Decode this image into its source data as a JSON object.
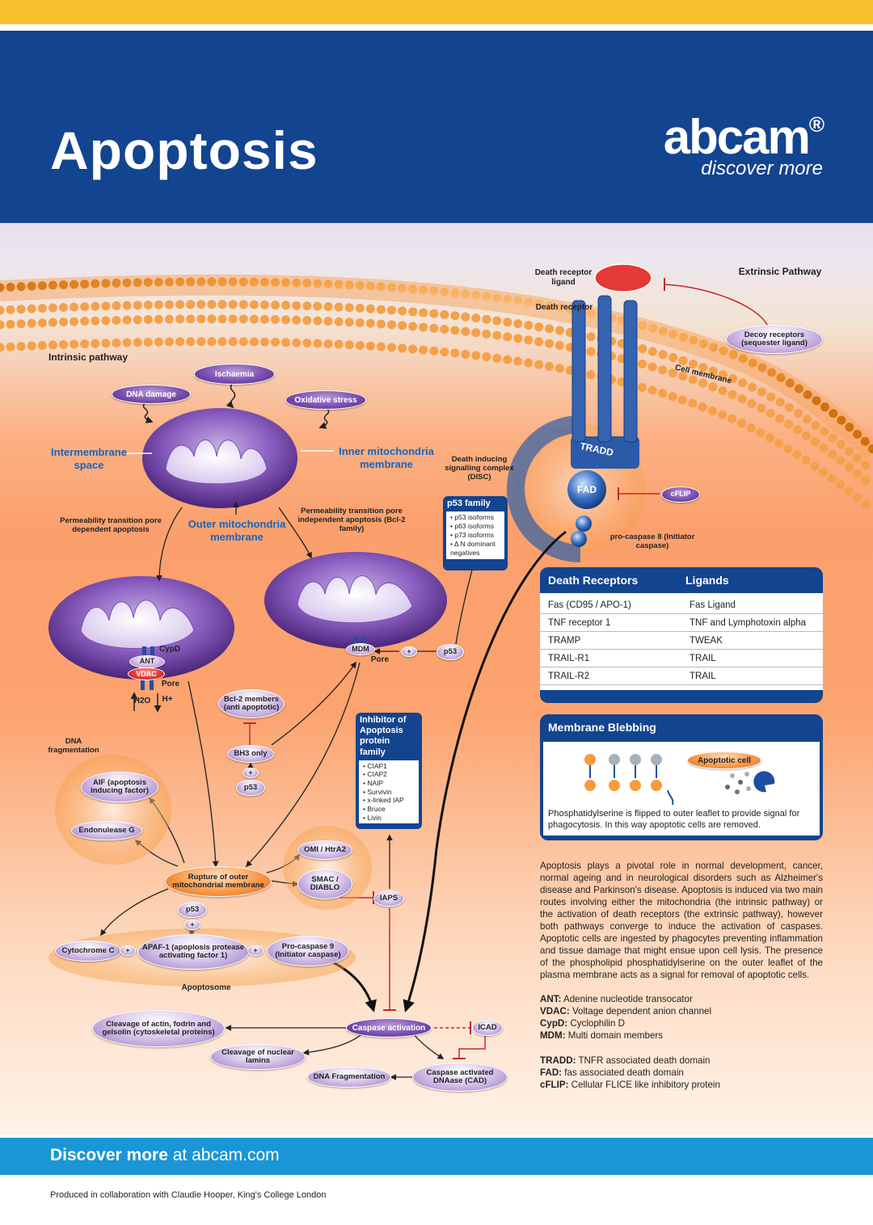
{
  "header": {
    "title": "Apoptosis",
    "logo": "abcam",
    "logo_mark": "®",
    "tagline": "discover more"
  },
  "diagram": {
    "extrinsic_pathway": "Extrinsic Pathway",
    "intrinsic_pathway": "Intrinsic pathway",
    "death_receptor_ligand": "Death receptor ligand",
    "death_receptor": "Death receptor",
    "decoy_receptors": "Decoy receptors (sequester ligand)",
    "cell_membrane": "Cell membrane",
    "tradd": "TRADD",
    "fad": "FAD",
    "cflip": "cFLIP",
    "procaspase8": "pro-caspase 8 (Initiator caspase)",
    "disc": "Death inducing signalling complex (DISC)",
    "ischaemia": "Ischaemia",
    "dna_damage": "DNA damage",
    "oxidative_stress": "Oxidative stress",
    "intermembrane_space": "Intermembrane space",
    "inner_membrane": "Inner mitochondria membrane",
    "outer_membrane": "Outer mitochondria membrane",
    "ptp_dependent": "Permeability transition pore dependent apoptosis",
    "ptp_independent": "Permeability transition pore independent apoptosis (Bcl-2 family)",
    "p53_family": {
      "title": "p53 family",
      "items": [
        "• p53 isoforms",
        "• p63 isoforms",
        "• p73 isoforms",
        "• Δ N dominant negatives"
      ]
    },
    "cypd": "CypD",
    "ant": "ANT",
    "vdac": "VDAC",
    "pore": "Pore",
    "h2o": "H2O",
    "hplus": "H+",
    "mdm": "MDM",
    "pore2": "Pore",
    "p53": "p53",
    "plus": "+",
    "bcl2": "Bcl-2 members (anti apoptotic)",
    "bh3": "BH3 only",
    "iap": {
      "title": "Inhibitor of Apoptosis protein family",
      "items": [
        "• CIAP1",
        "• CIAP2",
        "• NAIP",
        "• Survivin",
        "• x-linked IAP",
        "• Bruce",
        "• Livin"
      ]
    },
    "dna_fragmentation_label": "DNA fragmentation",
    "aif": "AIF (apoptosis inducing factor)",
    "endonuclease": "Endonulease G",
    "rupture": "Rupture of outer mitochondrial membrane",
    "omi": "OMI / HtrA2",
    "smac": "SMAC / DIABLO",
    "iaps": "IAPS",
    "cytochrome": "Cytochrome C",
    "apaf": "APAF-1 (apoplosis protease activating factor 1)",
    "procaspase9": "Pro-caspase 9 (Initiator caspase)",
    "apoptosome": "Apoptosome",
    "caspase_activation": "Caspase activation",
    "icad": "ICAD",
    "cleavage_actin": "Cleavage of actin, fodrin and gelsolin (cytoskeletal proteins)",
    "cleavage_lamins": "Cleavage of nuclear lamins",
    "dna_frag": "DNA Fragmentation",
    "cad": "Caspase activated DNAase (CAD)"
  },
  "death_receptors_table": {
    "col1": "Death Receptors",
    "col2": "Ligands",
    "rows": [
      [
        "Fas (CD95 / APO-1)",
        "Fas Ligand"
      ],
      [
        "TNF receptor 1",
        "TNF and Lymphotoxin alpha"
      ],
      [
        "TRAMP",
        "TWEAK"
      ],
      [
        "TRAIL-R1",
        "TRAIL"
      ],
      [
        "TRAIL-R2",
        "TRAIL"
      ]
    ]
  },
  "blebbing": {
    "title": "Membrane Blebbing",
    "apoptotic_cell": "Apoptotic cell",
    "caption": "Phosphatidylserine is flipped to outer leaflet to provide signal for phagocytosis. In this way apoptotic cells are removed."
  },
  "description": "Apoptosis plays a pivotal role in normal development, cancer, normal ageing and in neurological disorders such as Alzheimer's disease and Parkinson's disease. Apoptosis is induced via two main routes involving either the mitochondria (the intrinsic pathway) or the activation of death receptors (the extrinsic pathway), however both pathways converge to induce the activation of caspases. Apoptotic cells are ingested by phagocytes preventing inflammation and tissue damage that might ensue upon cell lysis. The presence of the phospholipid phosphatidylserine on the outer leaflet of the plasma membrane acts as a signal for removal of apoptotic cells.",
  "glossary1": [
    {
      "term": "ANT:",
      "def": " Adenine nucleotide transocator"
    },
    {
      "term": "VDAC:",
      "def": " Voltage dependent anion channel"
    },
    {
      "term": "CypD:",
      "def": " Cyclophilin D"
    },
    {
      "term": "MDM:",
      "def": " Multi domain members"
    }
  ],
  "glossary2": [
    {
      "term": "TRADD:",
      "def": " TNFR associated death domain"
    },
    {
      "term": "FAD:",
      "def": " fas associated death domain"
    },
    {
      "term": "cFLIP:",
      "def": " Cellular FLICE like inhibitory protein"
    }
  ],
  "footer": {
    "discover_bold": "Discover more",
    "discover_rest": " at abcam.com",
    "credit": "Produced in collaboration with Claudie Hooper, King's College London"
  },
  "colors": {
    "header_blue": "#13448f",
    "top_yellow": "#fbc02d",
    "footer_blue": "#1a96d6",
    "purple": "#6a3fa0",
    "orange": "#f7924a",
    "inhibit_red": "#c62828"
  }
}
